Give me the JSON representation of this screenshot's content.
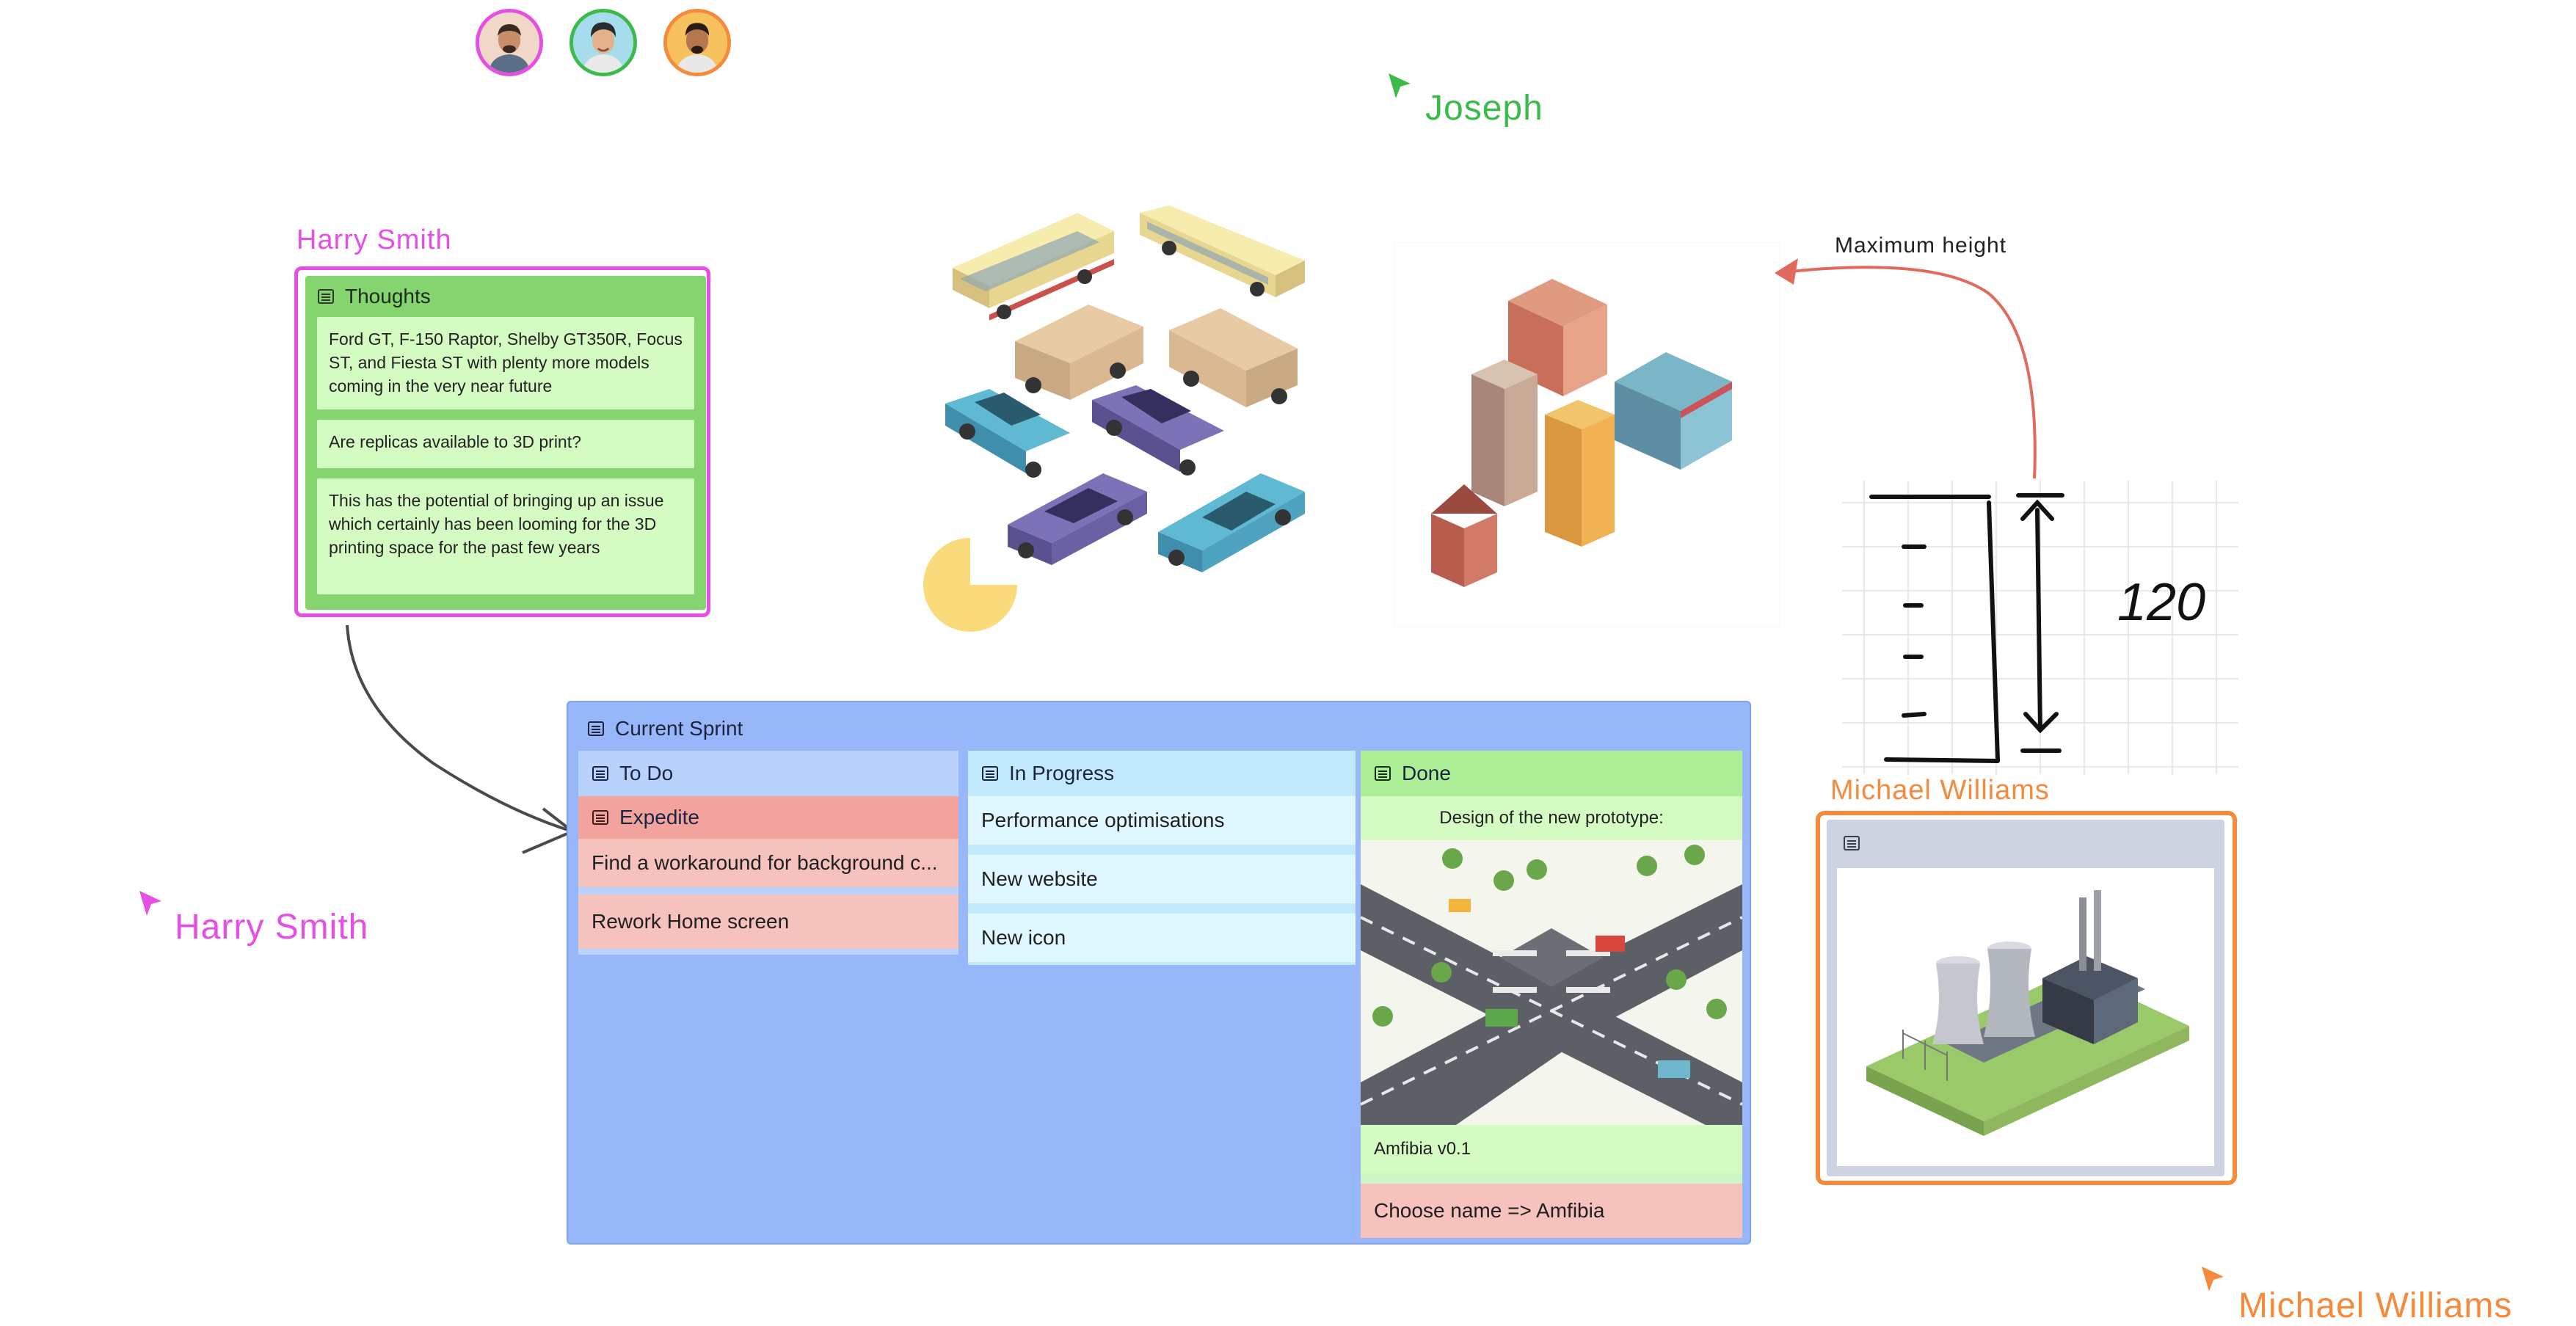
{
  "collaborators": [
    {
      "name": "avatar-1",
      "ring_color": "#e54fe3",
      "bg": "#f1d7c7"
    },
    {
      "name": "avatar-2",
      "ring_color": "#3cba4a",
      "bg": "#a6dcec"
    },
    {
      "name": "avatar-3",
      "ring_color": "#f58a3c",
      "bg": "#f7c15e"
    }
  ],
  "cursors": {
    "joseph": {
      "label": "Joseph",
      "color": "#3cba4a"
    },
    "harry": {
      "label": "Harry Smith",
      "color": "#e54fe3"
    },
    "michael": {
      "label": "Michael Williams",
      "color": "#f58a3c"
    }
  },
  "owner_labels": {
    "thoughts_owner": "Harry Smith",
    "plant_owner": "Michael Williams"
  },
  "thoughts_board": {
    "title": "Thoughts",
    "notes": [
      "Ford GT, F-150 Raptor, Shelby GT350R, Focus ST, and Fiesta ST with plenty more models coming in the very near future",
      "Are replicas available to 3D print?",
      "This has the potential of bringing up an issue which certainly has been looming for the 3D printing space for the past few years"
    ]
  },
  "annotation": {
    "max_height_label": "Maximum height",
    "sketch_value": "120"
  },
  "sprint_board": {
    "title": "Current Sprint",
    "columns": {
      "todo": {
        "title": "To Do",
        "group": {
          "title": "Expedite",
          "items": [
            "Find a workaround for background c..."
          ]
        },
        "items": [
          "Rework Home screen"
        ]
      },
      "in_progress": {
        "title": "In Progress",
        "items": [
          "Performance optimisations",
          "New website",
          "New icon"
        ]
      },
      "done": {
        "title": "Done",
        "caption": "Design of the new prototype:",
        "items": [
          "Amfibia v0.1",
          "Choose name => Amfibia"
        ]
      }
    }
  },
  "colors": {
    "todo_bg": "#b9d2fc",
    "expedite_bg": "#f2a39d",
    "expedite_item": "#f6c2bd",
    "in_progress_item": "#dff7fe",
    "done_header": "#acee96",
    "done_item_green": "#d4fcc2",
    "done_item_red": "#f6c2bd"
  }
}
